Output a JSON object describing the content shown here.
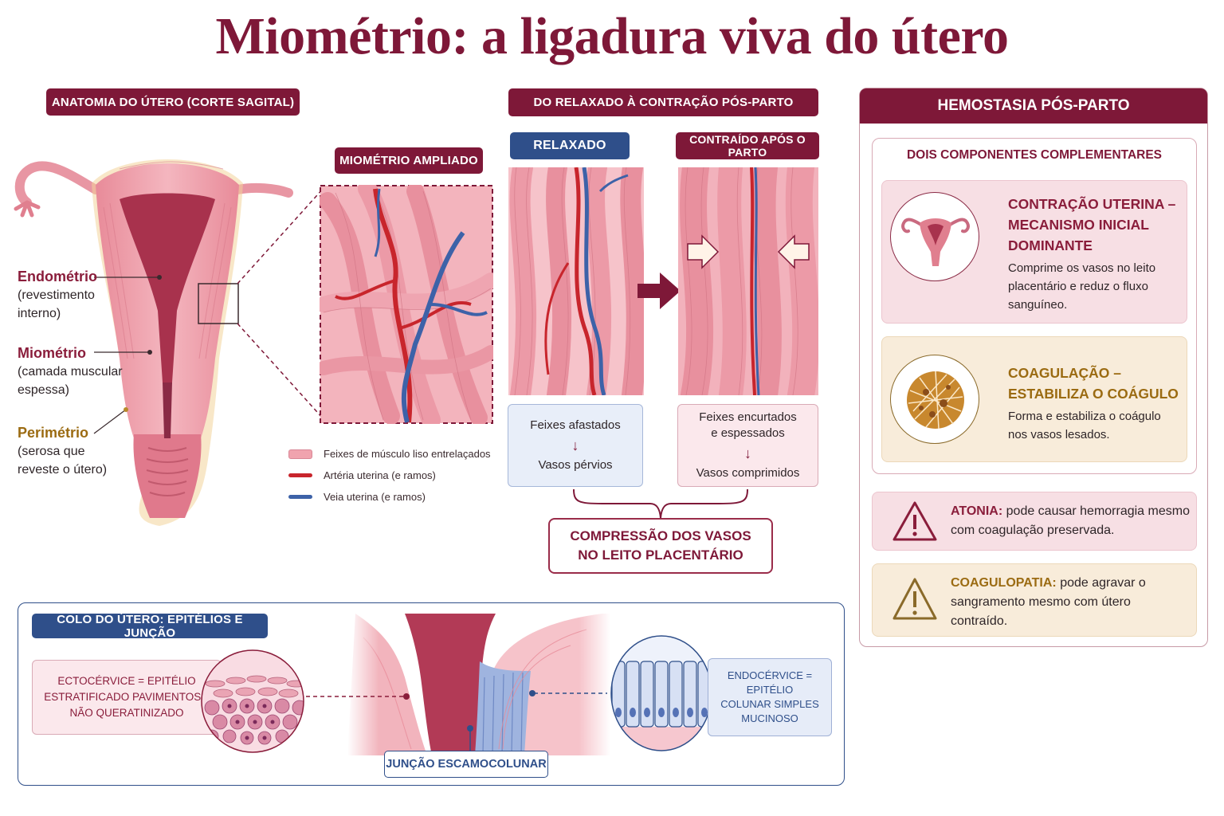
{
  "title": "Miométrio: a ligadura viva do útero",
  "anatomy": {
    "header": "ANATOMIA DO ÚTERO (CORTE SAGITAL)",
    "endometrio_name": "Endométrio",
    "endometrio_desc": [
      "(revestimento",
      "interno)"
    ],
    "miometrio_name": "Miométrio",
    "miometrio_desc": [
      "(camada muscular",
      "espessa)"
    ],
    "perimetrio_name": "Perimétrio",
    "perimetrio_desc": [
      "(serosa que",
      "reveste o útero)"
    ]
  },
  "zoom": {
    "header": "MIOMÉTRIO AMPLIADO",
    "legend": [
      {
        "label": "Feixes de músculo liso entrelaçados",
        "color": "#f0a3ae"
      },
      {
        "label": "Artéria uterina (e ramos)",
        "color": "#c8252c"
      },
      {
        "label": "Veia uterina (e ramos)",
        "color": "#3d62a8"
      }
    ]
  },
  "contraction": {
    "header": "DO RELAXADO À CONTRAÇÃO PÓS-PARTO",
    "relaxed_label": "RELAXADO",
    "contracted_label": "CONTRAÍDO APÓS O PARTO",
    "relaxed_line1": "Feixes afastados",
    "relaxed_line2": "Vasos pérvios",
    "contracted_line1a": "Feixes encurtados",
    "contracted_line1b": "e espessados",
    "contracted_line2": "Vasos comprimidos",
    "compression_line1": "COMPRESSÃO DOS VASOS",
    "compression_line2": "NO LEITO PLACENTÁRIO",
    "arrow_glyph": "↓"
  },
  "hemostasis": {
    "header": "HEMOSTASIA PÓS-PARTO",
    "subheader": "DOIS COMPONENTES COMPLEMENTARES",
    "contraction_title": [
      "CONTRAÇÃO UTERINA –",
      "MECANISMO INICIAL",
      "DOMINANTE"
    ],
    "contraction_desc": [
      "Comprime os vasos no leito",
      "placentário e reduz o fluxo",
      "sanguíneo."
    ],
    "coag_title": [
      "COAGULAÇÃO –",
      "ESTABILIZA O COÁGULO"
    ],
    "coag_desc": [
      "Forma e estabiliza o coágulo",
      "nos vasos lesados."
    ],
    "atonia_term": "ATONIA:",
    "atonia_text": "pode causar hemorragia mesmo com coagulação preservada.",
    "coagulopatia_term": "COAGULOPATIA:",
    "coagulopatia_text": "pode agravar o sangramento mesmo com útero contraído."
  },
  "cervix": {
    "header": "COLO DO ÚTERO: EPITÉLIOS E JUNÇÃO",
    "ecto": [
      "ECTOCÉRVICE = EPITÉLIO",
      "ESTRATIFICADO PAVIMENTOSO",
      "NÃO QUERATINIZADO"
    ],
    "endo": [
      "ENDOCÉRVICE = EPITÉLIO",
      "COLUNAR SIMPLES",
      "MUCINOSO"
    ],
    "junction": "JUNÇÃO ESCAMOCOLUNAR"
  },
  "colors": {
    "burgundy": "#7e1838",
    "navy": "#2f4f8a",
    "muscle_pink": "#f0a3ae",
    "artery_red": "#c8252c",
    "vein_blue": "#3d62a8",
    "gold": "#9b6b12"
  }
}
